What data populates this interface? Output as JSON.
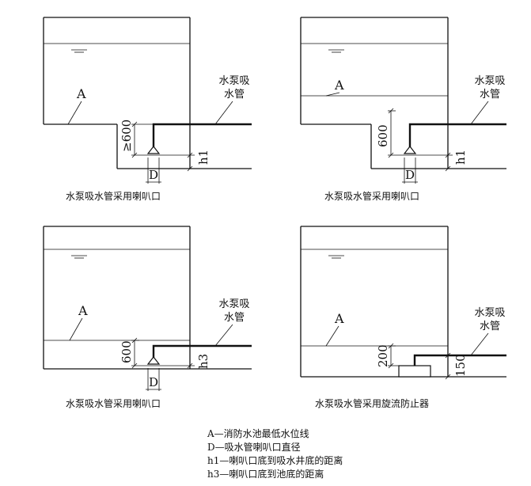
{
  "panels": [
    {
      "label_a": "A",
      "pump_label_line1": "水泵吸",
      "pump_label_line2": "水管",
      "dim_left": "≥600",
      "dim_right": "h1",
      "dim_bottom": "D",
      "caption": "水泵吸水管采用喇叭口"
    },
    {
      "label_a": "A",
      "pump_label_line1": "水泵吸",
      "pump_label_line2": "水管",
      "dim_left": "600",
      "dim_right": "h1",
      "dim_bottom": "D",
      "caption": "水泵吸水管采用喇叭口"
    },
    {
      "label_a": "A",
      "pump_label_line1": "水泵吸",
      "pump_label_line2": "水管",
      "dim_left": "600",
      "dim_right": "h3",
      "dim_bottom": "D",
      "caption": "水泵吸水管采用喇叭口"
    },
    {
      "label_a": "A",
      "pump_label_line1": "水泵吸",
      "pump_label_line2": "水管",
      "dim_left": "200",
      "dim_right": "150",
      "caption": "水泵吸水管采用旋流防止器"
    }
  ],
  "legend": [
    "A—消防水池最低水位线",
    "D—吸水管喇叭口直径",
    "h1—喇叭口底到吸水井底的距离",
    "h3—喇叭口底到池底的距离"
  ]
}
